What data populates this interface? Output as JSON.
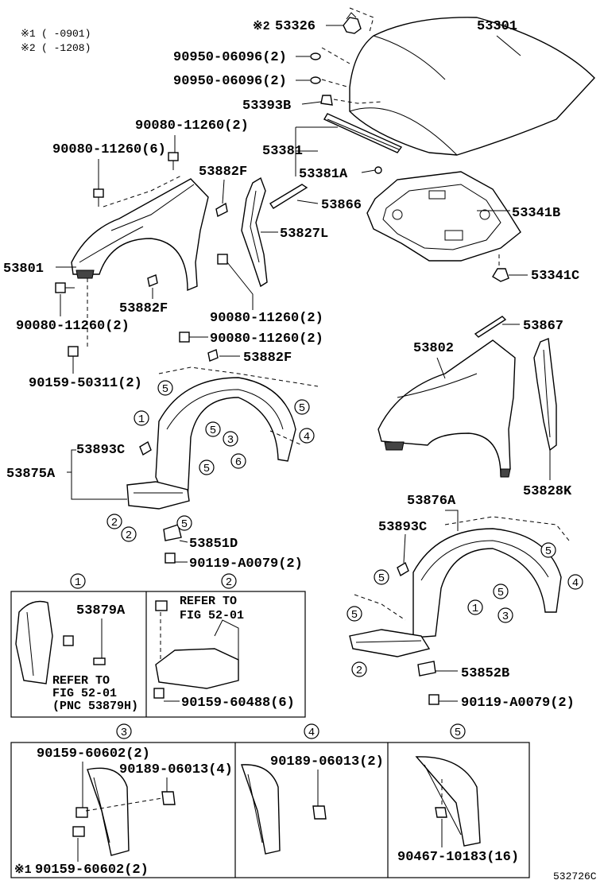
{
  "notes": {
    "n1_mark": "※1",
    "n1_range": "(     -0901)",
    "n2_mark": "※2",
    "n2_range": "(     -1208)"
  },
  "labels": {
    "p53326_mark": "※2",
    "p53326": "53326",
    "p53301": "53301",
    "p90950_a": "90950-06096(2)",
    "p90950_b": "90950-06096(2)",
    "p53393b": "53393B",
    "p90080_top": "90080-11260(2)",
    "p90080_6": "90080-11260(6)",
    "p53381": "53381",
    "p53882f_top": "53882F",
    "p53381a": "53381A",
    "p53866": "53866",
    "p53341b": "53341B",
    "p53827l": "53827L",
    "p53801": "53801",
    "p53341c": "53341C",
    "p53882f_mid": "53882F",
    "p90080_r1": "90080-11260(2)",
    "p90080_left": "90080-11260(2)",
    "p90080_r2": "90080-11260(2)",
    "p53867": "53867",
    "p53882f_low": "53882F",
    "p53802": "53802",
    "p90159_50311": "90159-50311(2)",
    "p53893c_left": "53893C",
    "p53875a": "53875A",
    "p53828k": "53828K",
    "p53876a": "53876A",
    "p53893c_right": "53893C",
    "p53851d": "53851D",
    "p90119_left": "90119-A0079(2)",
    "p53852b": "53852B",
    "p90119_right": "90119-A0079(2)",
    "figure_code": "532726C"
  },
  "callouts": {
    "c1": "1",
    "c2": "2",
    "c3": "3",
    "c4": "4",
    "c5": "5",
    "c6": "6"
  },
  "detail_boxes": {
    "box1": {
      "number": "1",
      "part": "53879A",
      "refer_line1": "REFER TO",
      "refer_line2": "FIG 52-01",
      "refer_line3": "(PNC 53879H)"
    },
    "box2": {
      "number": "2",
      "refer_line1": "REFER TO",
      "refer_line2": "FIG 52-01",
      "part": "90159-60488(6)"
    },
    "box3": {
      "number": "3",
      "part_a": "90159-60602(2)",
      "part_b": "90189-06013(4)",
      "part_c_mark": "※1",
      "part_c": "90159-60602(2)"
    },
    "box4": {
      "number": "4",
      "part": "90189-06013(2)"
    },
    "box5": {
      "number": "5",
      "part": "90467-10183(16)"
    }
  }
}
